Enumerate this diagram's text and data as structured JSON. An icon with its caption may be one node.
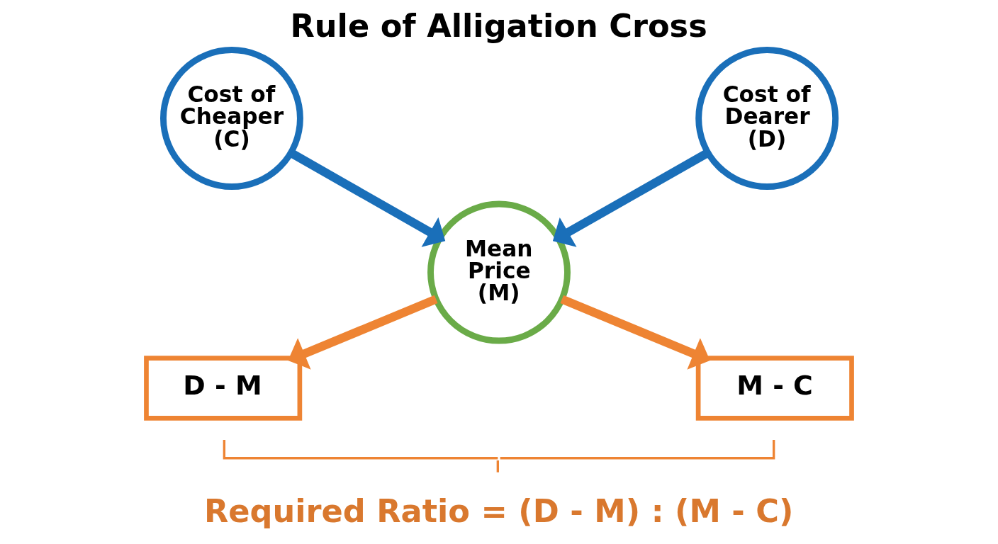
{
  "diagram": {
    "title": "Rule of Alligation Cross",
    "caption": "Required Ratio = (D - M) : (M - C)",
    "nodes": [
      {
        "text": [
          "Cost of Cheaper (C)"
        ]
      },
      {
        "text": [
          "Cost of Dearer (D)"
        ]
      },
      {
        "text": [
          "Mean Price (M)"
        ]
      },
      {
        "text": [
          "D - M"
        ]
      },
      {
        "text": [
          "M - C"
        ]
      }
    ],
    "edges": [
      {
        "from": 0,
        "to": 2,
        "arrow": "to",
        "color": "#1a6fb9"
      },
      {
        "from": 1,
        "to": 2,
        "arrow": "to",
        "color": "#1a6fb9"
      },
      {
        "from": 2,
        "to": 3,
        "arrow": "to",
        "color": "#ee8433"
      },
      {
        "from": 2,
        "to": 4,
        "arrow": "to",
        "color": "#ee8433"
      }
    ]
  }
}
